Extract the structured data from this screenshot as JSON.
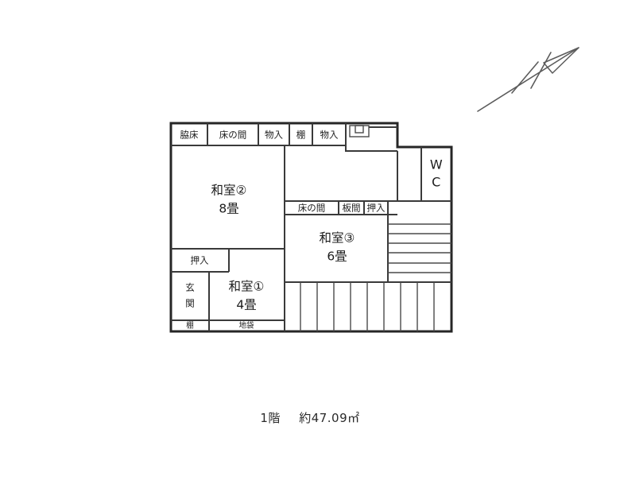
{
  "document": {
    "type": "floor-plan",
    "caption_floor": "1階",
    "caption_area": "約47.09㎡",
    "caption_full": "1階　約47.09㎡",
    "background_color": "#ffffff",
    "line_color": "#262626"
  },
  "compass": {
    "name": "north-arrow",
    "style": "hand-drawn arrow pointing upper-right with crossbar",
    "color": "#5c5c5c"
  },
  "rooms": [
    {
      "id": "washitsu-2",
      "name": "和室②",
      "size": "8畳",
      "label_line1": "和室②",
      "label_line2": "8畳"
    },
    {
      "id": "washitsu-3",
      "name": "和室③",
      "size": "6畳",
      "label_line1": "和室③",
      "label_line2": "6畳"
    },
    {
      "id": "washitsu-1",
      "name": "和室①",
      "size": "4畳",
      "label_line1": "和室①",
      "label_line2": "4畳"
    },
    {
      "id": "wc",
      "name": "WC",
      "label_line1": "W",
      "label_line2": "C"
    },
    {
      "id": "genkan",
      "name": "玄関",
      "label_line1": "玄",
      "label_line2": "関"
    }
  ],
  "top_row_cells": [
    {
      "id": "wakidoko",
      "label": "脇床"
    },
    {
      "id": "tokonoma-top",
      "label": "床の間"
    },
    {
      "id": "mono-ire-1",
      "label": "物入"
    },
    {
      "id": "tana-top",
      "label": "棚"
    },
    {
      "id": "mono-ire-2",
      "label": "物入"
    }
  ],
  "mid_row_cells": [
    {
      "id": "tokonoma-mid",
      "label": "床の間"
    },
    {
      "id": "itama",
      "label": "板間"
    },
    {
      "id": "oshiire-mid",
      "label": "押入"
    }
  ],
  "left_cells": [
    {
      "id": "oshiire-left",
      "label": "押入"
    }
  ],
  "bottom_row_cells": [
    {
      "id": "tana-bottom",
      "label": "棚"
    },
    {
      "id": "jibukuro",
      "label": "地袋"
    }
  ],
  "fixtures": [
    {
      "id": "sink-fixture",
      "label": "",
      "description": "small plumbing fixture symbol at top wall"
    }
  ],
  "structures": [
    {
      "id": "stairs",
      "label": "",
      "description": "stair treads, right side, 7 horizontal treads"
    },
    {
      "id": "engawa",
      "label": "",
      "description": "veranda / engawa strip along bottom, vertical mullions"
    }
  ]
}
